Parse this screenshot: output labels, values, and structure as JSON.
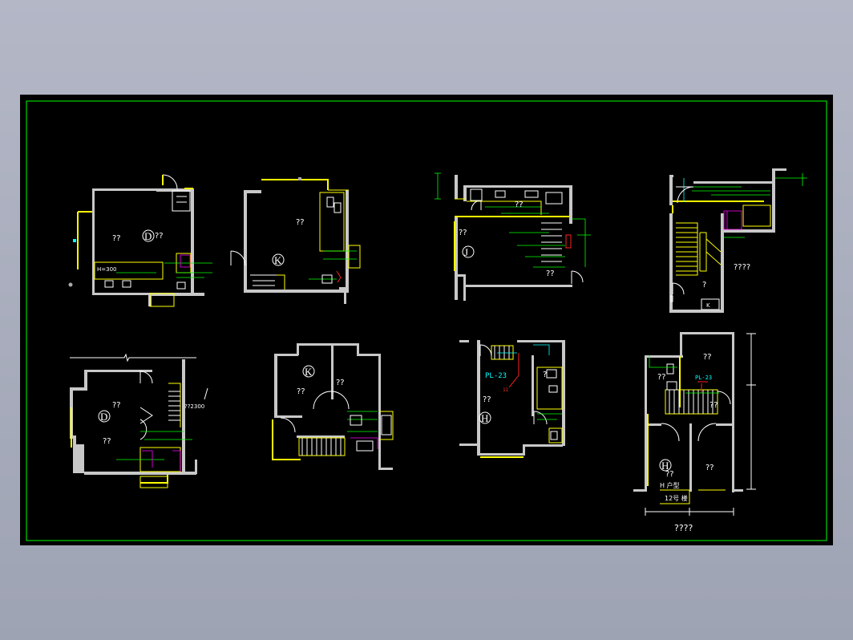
{
  "units": [
    {
      "id": "d-top",
      "tag": "D",
      "rooms": [
        "??",
        "??"
      ],
      "notes": [
        "H=300"
      ]
    },
    {
      "id": "k-top",
      "tag": "K",
      "rooms": [
        "??"
      ],
      "notes": []
    },
    {
      "id": "j-top",
      "tag": "J",
      "rooms": [
        "??",
        "??",
        "??"
      ],
      "notes": []
    },
    {
      "id": "stair-top",
      "tag": "K",
      "rooms": [
        "????",
        "?"
      ],
      "notes": []
    },
    {
      "id": "d-bottom",
      "tag": "D",
      "rooms": [
        "??",
        "??"
      ],
      "notes": [
        "??2300"
      ]
    },
    {
      "id": "k-bottom",
      "tag": "K",
      "rooms": [
        "??",
        "??"
      ],
      "notes": []
    },
    {
      "id": "h-bottom",
      "tag": "H",
      "rooms": [
        "??",
        "?"
      ],
      "notes": [
        "PL-23",
        "11"
      ]
    },
    {
      "id": "h-right",
      "tag": "H",
      "rooms": [
        "??",
        "??",
        "??",
        "??",
        "??"
      ],
      "notes": [
        "PL-23",
        "H 户型",
        "12号 楼"
      ]
    }
  ],
  "drawing_title": "????",
  "colors": {
    "background": "#000000",
    "frame": "#00ff00",
    "wall": "#c8c8c8",
    "outline": "#ffff00",
    "pipe": "#00ffff",
    "fixture": "#ff00ff",
    "riser": "#ff2020"
  }
}
